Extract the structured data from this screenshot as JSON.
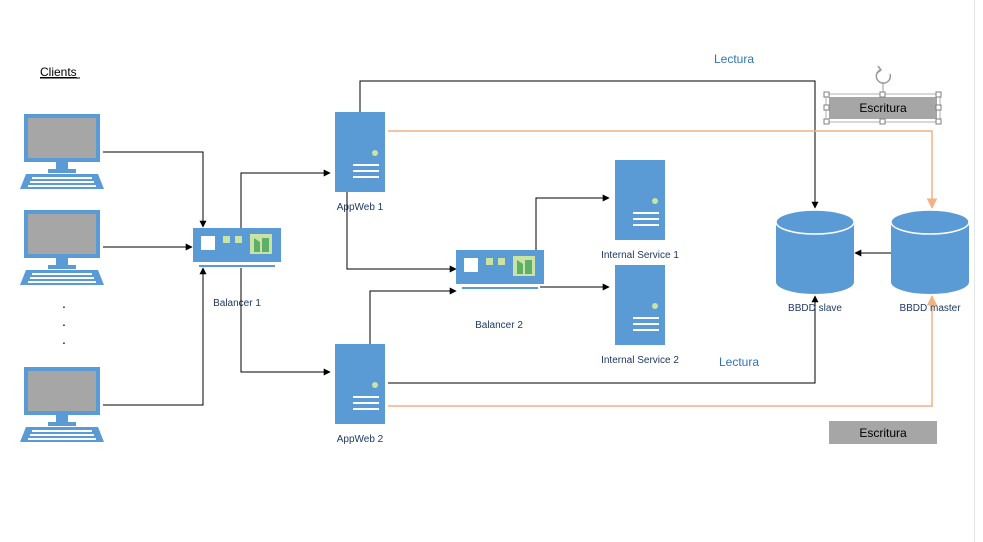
{
  "colors": {
    "device_blue": "#5b9bd5",
    "screen_grey": "#a6a6a6",
    "arrow_black": "#000000",
    "arrow_orange": "#f4b183",
    "label_blue": "#2e75b6",
    "text_dark": "#1f3864",
    "box_grey": "#a6a6a6"
  },
  "clients": {
    "title": "Clients",
    "ellipsis": [
      "·",
      "·",
      "·"
    ]
  },
  "balancers": [
    {
      "label": "Balancer 1"
    },
    {
      "label": "Balancer 2"
    }
  ],
  "servers": [
    {
      "label": "AppWeb 1"
    },
    {
      "label": "AppWeb 2"
    },
    {
      "label": "Internal Service 1"
    },
    {
      "label": "Internal Service 2"
    }
  ],
  "databases": [
    {
      "label": "BBDD slave"
    },
    {
      "label": "BBDD master"
    }
  ],
  "edge_labels": {
    "lectura_top": "Lectura",
    "lectura_bottom": "Lectura",
    "escritura_top": "Escritura",
    "escritura_bottom": "Escritura"
  }
}
